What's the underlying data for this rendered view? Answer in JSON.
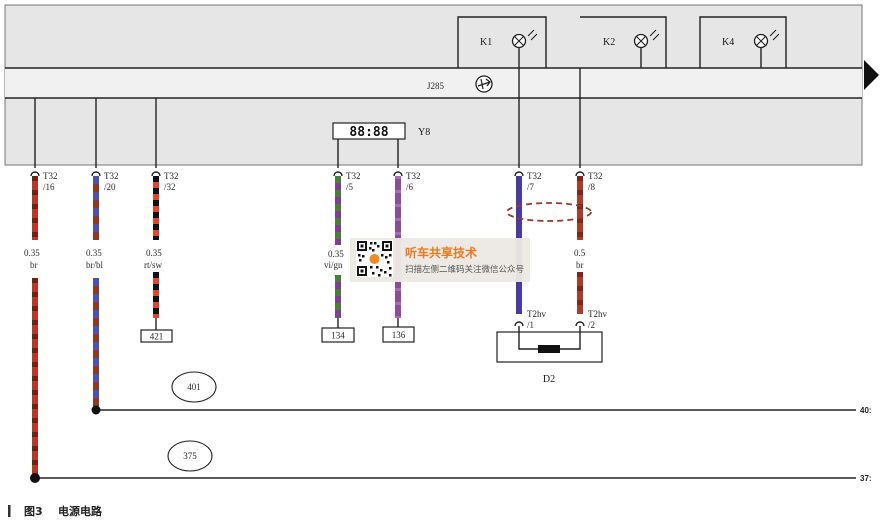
{
  "component": {
    "label": "J285"
  },
  "indicators": [
    {
      "label": "K1"
    },
    {
      "label": "K2"
    },
    {
      "label": "K4"
    }
  ],
  "display": {
    "digits": "88:88",
    "label": "Y8"
  },
  "wires": [
    {
      "connector": "T32",
      "pin": "/16",
      "gauge": "0.35",
      "color_code": "br",
      "base": "#b5392a",
      "stripe": "#6b2416"
    },
    {
      "connector": "T32",
      "pin": "/20",
      "gauge": "0.35",
      "color_code": "br/bl",
      "base": "#8c3a24",
      "stripe": "#4f4fb0"
    },
    {
      "connector": "T32",
      "pin": "/32",
      "gauge": "0.35",
      "color_code": "rt/sw",
      "base": "#e0452c",
      "stripe": "#111111"
    },
    {
      "connector": "T32",
      "pin": "/5",
      "gauge": "0.35",
      "color_code": "vi/gn",
      "base": "#7d3f8f",
      "stripe": "#4d7b3a"
    },
    {
      "connector": "T32",
      "pin": "/6",
      "base": "#8d4aa0",
      "stripe": "#a86bbb"
    },
    {
      "connector": "T32",
      "pin": "/7",
      "base": "#4a3c9e",
      "stripe": "#4a3c9e"
    },
    {
      "connector": "T32",
      "pin": "/8",
      "gauge": "0.5",
      "color_code": "br",
      "base": "#ad3b28",
      "stripe": "#7d2818"
    }
  ],
  "terminals": [
    {
      "label": "421"
    },
    {
      "label": "134"
    },
    {
      "label": "136"
    }
  ],
  "references": [
    {
      "label": "401"
    },
    {
      "label": "375"
    }
  ],
  "edge_labels": [
    {
      "label": "40:"
    },
    {
      "label": "37:"
    }
  ],
  "heater": {
    "label": "D2",
    "pins": [
      {
        "connector": "T2hv",
        "pin": "/1"
      },
      {
        "connector": "T2hv",
        "pin": "/2"
      }
    ]
  },
  "watermark": {
    "title": "听车共享技术",
    "subtitle": "扫描左侧二维码关注微信公众号"
  },
  "caption": {
    "figure": "图3",
    "title": "电源电路"
  },
  "colors": {
    "panel": "#e6e6e6",
    "band": "#f1f1f1",
    "outline": "#222222",
    "pair_marker": "#9b3b28",
    "watermark_bg": "#ece8e4",
    "watermark_accent": "#ee7a1f",
    "qr_center": "#f08a24"
  }
}
